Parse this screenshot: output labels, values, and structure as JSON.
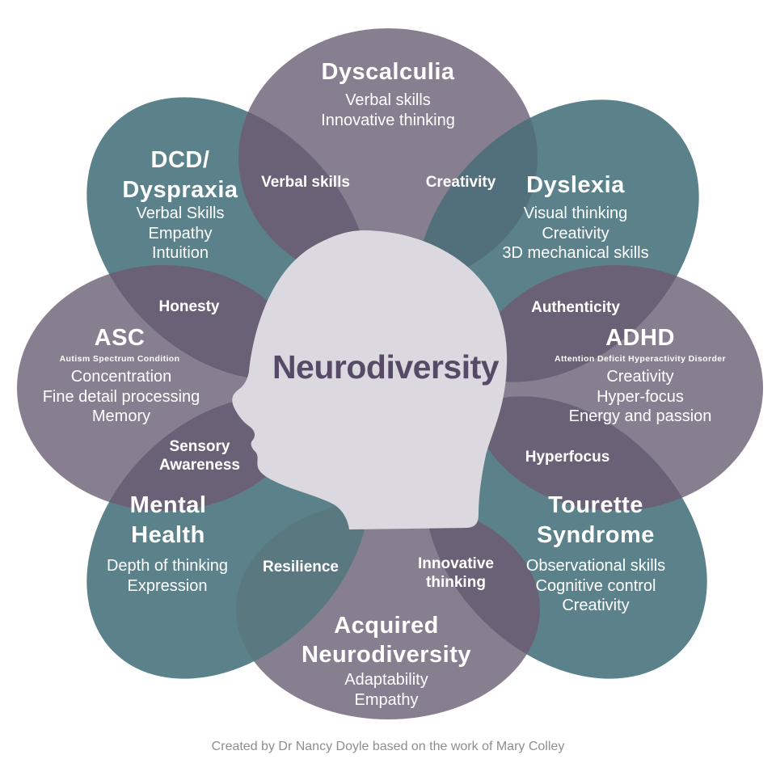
{
  "center": {
    "title": "Neurodiversity"
  },
  "credit": {
    "text": "Created by Dr Nancy Doyle based on the work of Mary Colley"
  },
  "colors": {
    "purple_petal": "#877E90",
    "teal_petal": "#5B828A",
    "overlap_purple": "#6A6177",
    "overlap_teal_dark": "#52707C",
    "overlap_teal_light": "#5A7880",
    "head": "#DCD8E0",
    "center_text": "#564A67",
    "credit_text": "#8E8E8E",
    "petal_text": "#FFFFFF"
  },
  "petals": [
    {
      "name": "dyscalculia",
      "title": "Dyscalculia",
      "items": [
        "Verbal skills",
        "Innovative thinking"
      ]
    },
    {
      "name": "dcd-dyspraxia",
      "title": "DCD/ Dyspraxia",
      "items": [
        "Verbal Skills",
        "Empathy",
        "Intuition"
      ]
    },
    {
      "name": "dyslexia",
      "title": "Dyslexia",
      "items": [
        "Visual thinking",
        "Creativity",
        "3D mechanical skills"
      ]
    },
    {
      "name": "asc",
      "title": "ASC",
      "subtitle": "Autism Spectrum Condition",
      "items": [
        "Concentration",
        "Fine detail processing",
        "Memory"
      ]
    },
    {
      "name": "adhd",
      "title": "ADHD",
      "subtitle": "Attention Deficit Hyperactivity Disorder",
      "items": [
        "Creativity",
        "Hyper-focus",
        "Energy and passion"
      ]
    },
    {
      "name": "mental-health",
      "title": "Mental Health",
      "items": [
        "Depth of thinking",
        "Expression"
      ]
    },
    {
      "name": "tourette-syndrome",
      "title": "Tourette Syndrome",
      "items": [
        "Observational skills",
        "Cognitive control",
        "Creativity"
      ]
    },
    {
      "name": "acquired-neurodiversity",
      "title": "Acquired Neurodiversity",
      "items": [
        "Adaptability",
        "Empathy"
      ]
    }
  ],
  "overlaps": [
    {
      "name": "verbal-skills",
      "label": "Verbal skills"
    },
    {
      "name": "creativity",
      "label": "Creativity"
    },
    {
      "name": "authenticity",
      "label": "Authenticity"
    },
    {
      "name": "hyperfocus",
      "label": "Hyperfocus"
    },
    {
      "name": "innovative-thinking",
      "label": "Innovative thinking"
    },
    {
      "name": "resilience",
      "label": "Resilience"
    },
    {
      "name": "sensory-awareness",
      "label": "Sensory Awareness"
    },
    {
      "name": "honesty",
      "label": "Honesty"
    }
  ]
}
